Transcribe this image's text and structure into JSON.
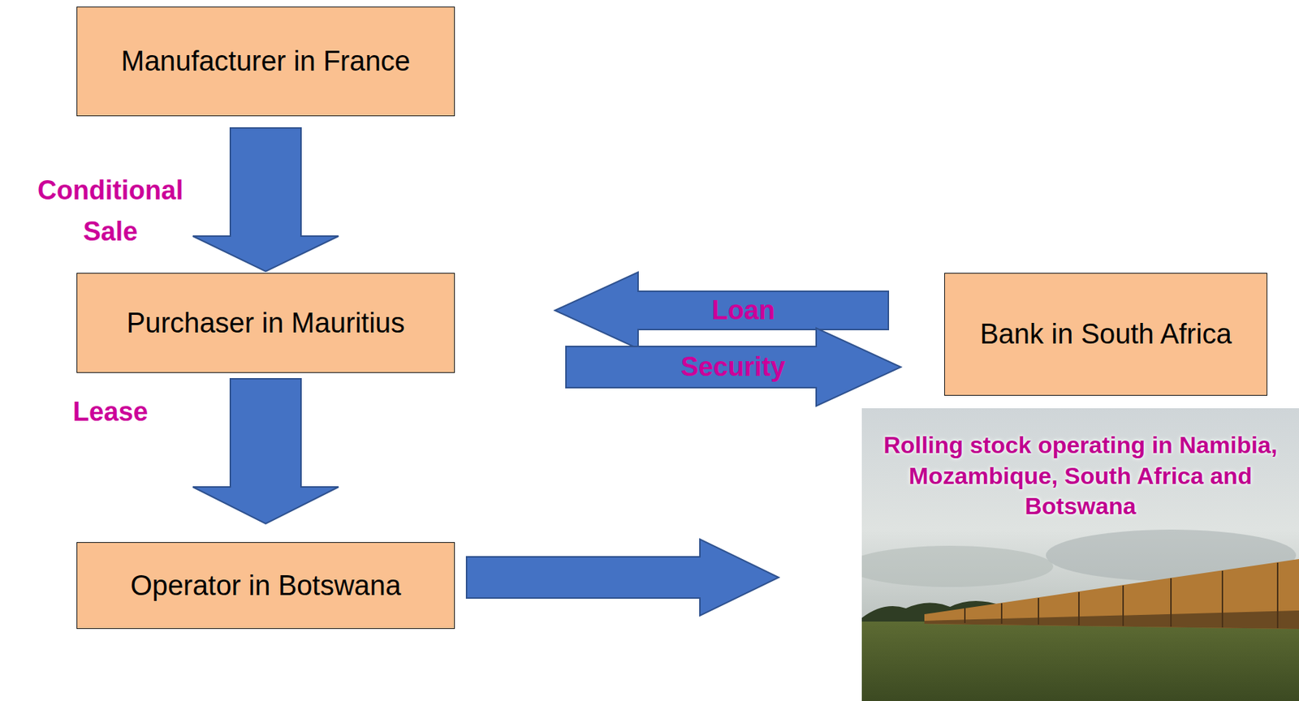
{
  "diagram": {
    "nodes": [
      {
        "text": [
          "Manufacturer in France"
        ]
      },
      {
        "text": [
          "Purchaser in Mauritius"
        ]
      },
      {
        "text": [
          "Bank in South Africa"
        ]
      },
      {
        "text": [
          "Operator in Botswana"
        ]
      },
      {
        "text": [
          "Rolling stock operating in Namibia, Mozambique, South Africa and Botswana"
        ]
      }
    ],
    "edges": [
      {
        "from": 0,
        "to": 1,
        "label": "Conditional Sale",
        "arrow": "to"
      },
      {
        "from": 2,
        "to": 1,
        "label": "Loan",
        "arrow": "to"
      },
      {
        "from": 1,
        "to": 2,
        "label": "Security",
        "arrow": "to"
      },
      {
        "from": 1,
        "to": 3,
        "label": "Lease",
        "arrow": "to"
      },
      {
        "from": 3,
        "to": 4,
        "arrow": "to"
      }
    ]
  }
}
